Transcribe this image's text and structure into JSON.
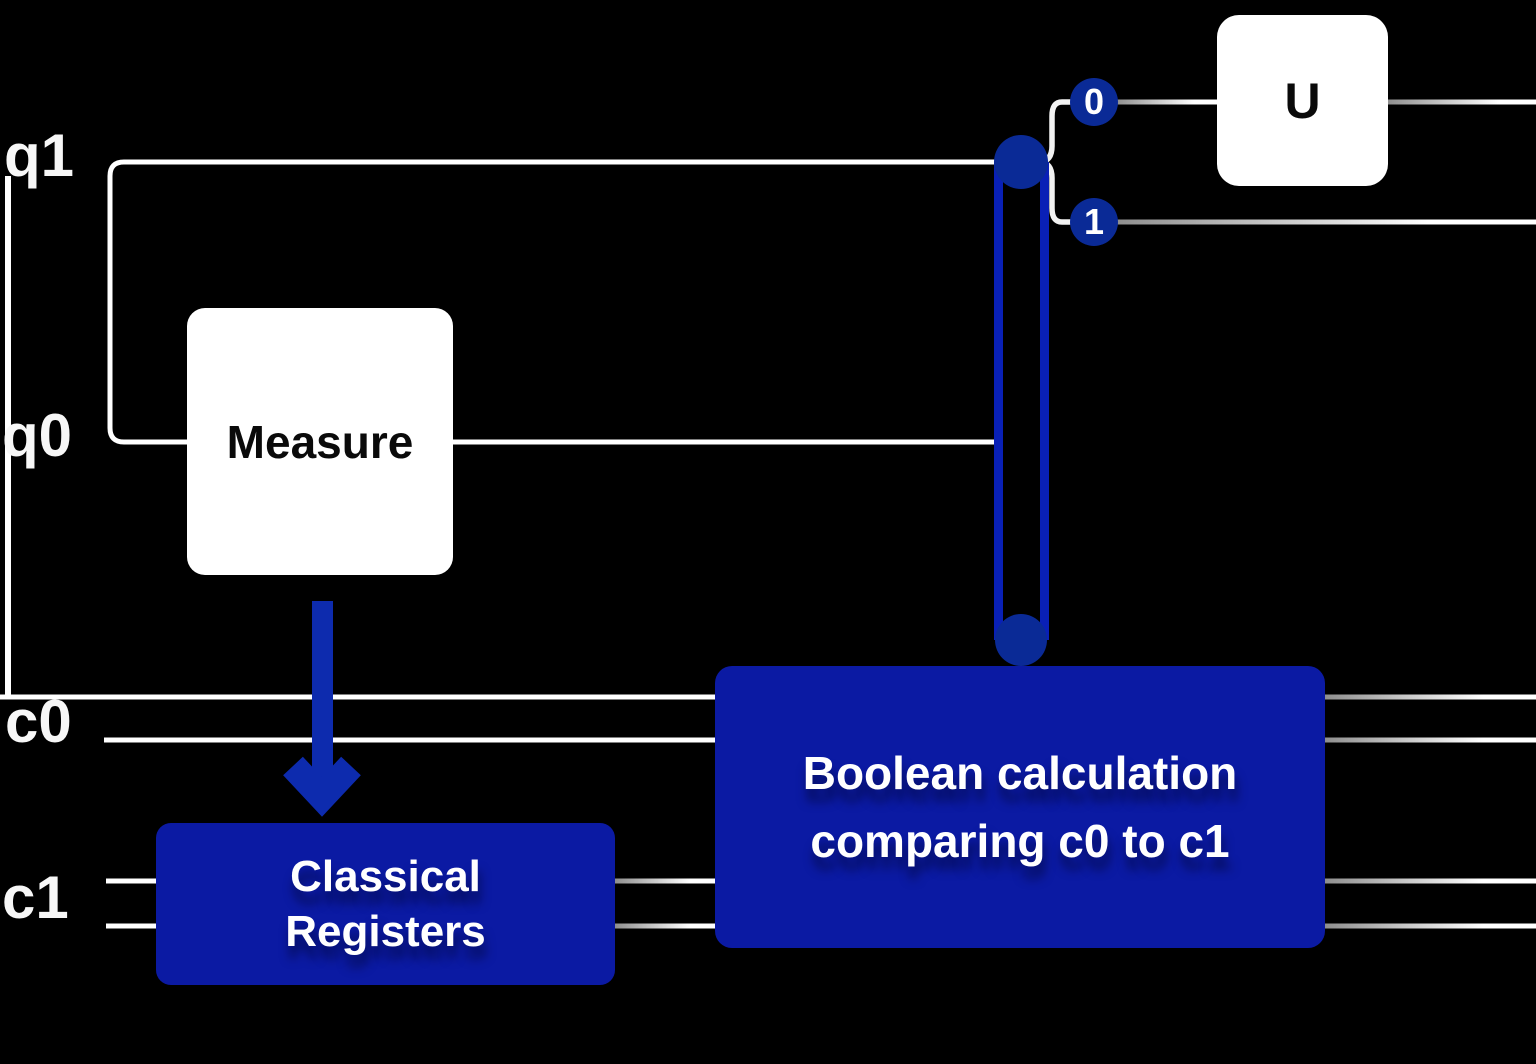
{
  "colors": {
    "bg_black": "#000000",
    "box_blue": "#0b1aa3",
    "badge_blue": "#0a2a96",
    "connector_blue": "#0920b6",
    "arrow_blue": "#0d2bae",
    "wire_white": "#ffffff",
    "wire_gray": "#8f8f8f",
    "gate_text_black": "#0a0a0a",
    "label_white": "#f7f7f7"
  },
  "wire_labels": {
    "q1": "q1",
    "q0": "q0",
    "c0": "c0",
    "c1": "c1"
  },
  "gates": {
    "measure_label": "Measure",
    "u_label": "U"
  },
  "branch_badges": {
    "zero": "0",
    "one": "1"
  },
  "classical_registers_box": {
    "line1": "Classical",
    "line2": "Registers"
  },
  "boolean_box": {
    "line1": "Boolean calculation",
    "line2": "comparing c0 to c1"
  }
}
